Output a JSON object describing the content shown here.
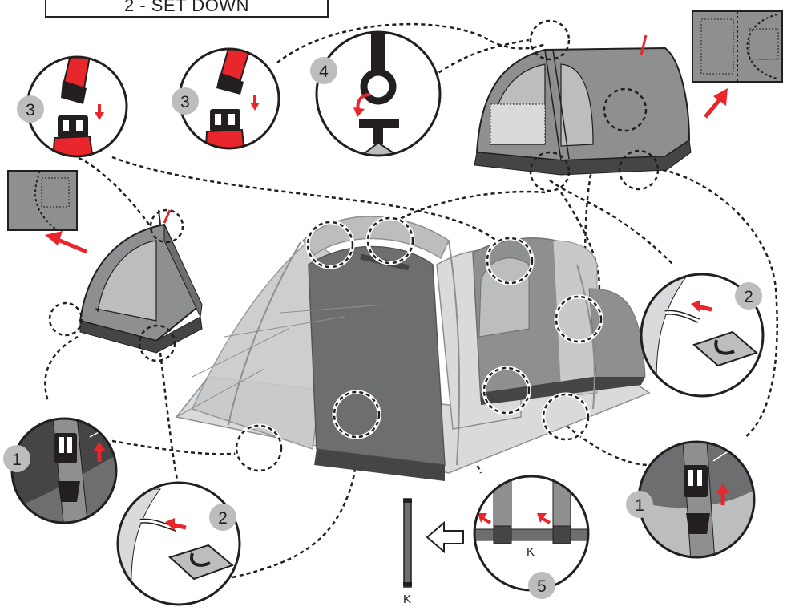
{
  "title": "2 - SET DOWN",
  "steps": {
    "s1_left": "1",
    "s1_right": "1",
    "s2_left": "2",
    "s2_right": "2",
    "s3_a": "3",
    "s3_b": "3",
    "s4": "4",
    "s5": "5"
  },
  "labels": {
    "k_pole": "K",
    "k_detail": "K"
  },
  "colors": {
    "accent": "#e8262b",
    "tent_dark": "#6d6e70",
    "tent_mid": "#8e8f91",
    "tent_light": "#bcbdbf",
    "tent_pale": "#d9dadb",
    "ink": "#231f20"
  }
}
